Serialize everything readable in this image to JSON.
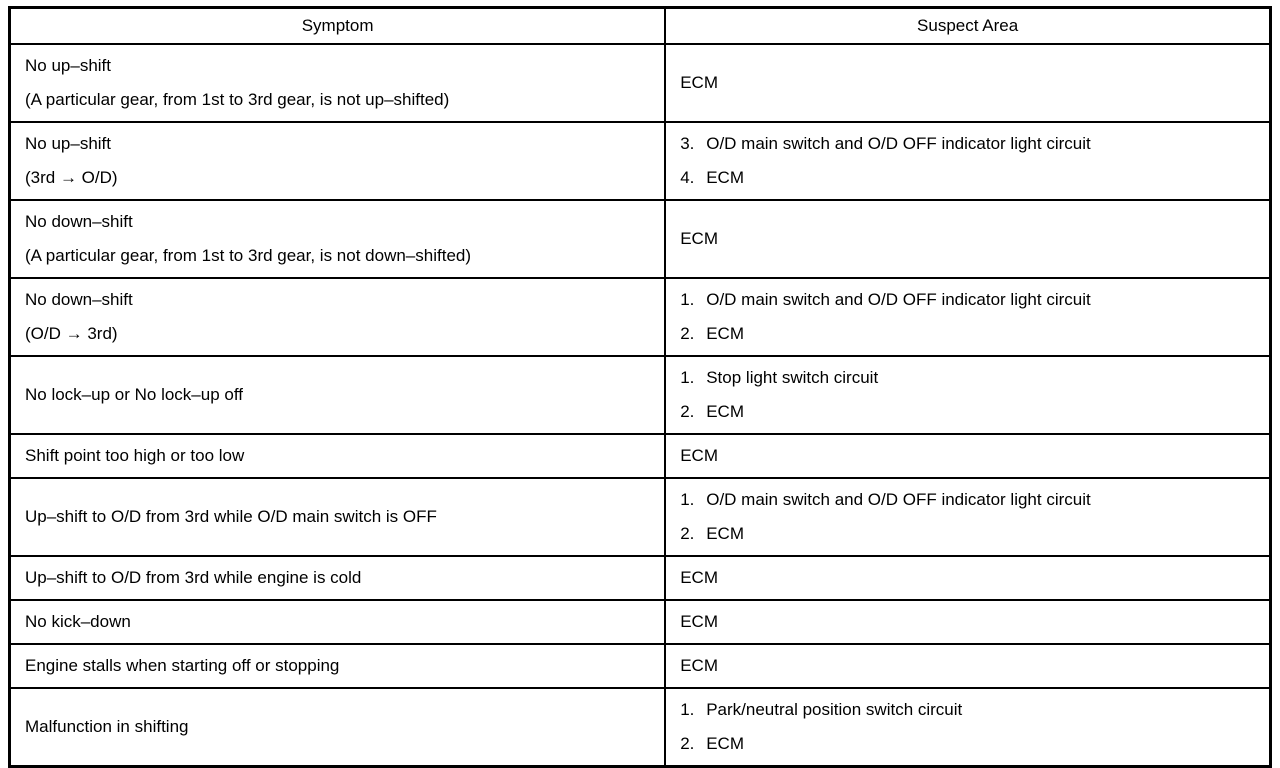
{
  "table": {
    "headers": [
      "Symptom",
      "Suspect Area"
    ],
    "rows": [
      {
        "symptom": [
          "No up–shift",
          "(A particular gear, from 1st to 3rd gear, is not up–shifted)"
        ],
        "suspect": [
          {
            "num": "",
            "text": "ECM"
          }
        ]
      },
      {
        "symptom": [
          "No up–shift",
          "(3rd → O/D)"
        ],
        "suspect": [
          {
            "num": "3.",
            "text": "O/D main switch and O/D OFF indicator light circuit"
          },
          {
            "num": "4.",
            "text": "ECM"
          }
        ]
      },
      {
        "symptom": [
          "No down–shift",
          "(A particular gear, from 1st to 3rd gear, is not down–shifted)"
        ],
        "suspect": [
          {
            "num": "",
            "text": "ECM"
          }
        ]
      },
      {
        "symptom": [
          "No down–shift",
          "(O/D → 3rd)"
        ],
        "suspect": [
          {
            "num": "1.",
            "text": "O/D main switch and O/D OFF indicator light circuit"
          },
          {
            "num": "2.",
            "text": "ECM"
          }
        ]
      },
      {
        "symptom": [
          "No lock–up or No lock–up off"
        ],
        "suspect": [
          {
            "num": "1.",
            "text": "Stop light switch circuit"
          },
          {
            "num": "2.",
            "text": "ECM"
          }
        ]
      },
      {
        "symptom": [
          "Shift point too high or too low"
        ],
        "suspect": [
          {
            "num": "",
            "text": "ECM"
          }
        ]
      },
      {
        "symptom": [
          "Up–shift to O/D from 3rd while O/D main switch is OFF"
        ],
        "suspect": [
          {
            "num": "1.",
            "text": "O/D main switch and O/D OFF indicator light circuit"
          },
          {
            "num": "2.",
            "text": "ECM"
          }
        ]
      },
      {
        "symptom": [
          "Up–shift to O/D from 3rd while engine is cold"
        ],
        "suspect": [
          {
            "num": "",
            "text": "ECM"
          }
        ]
      },
      {
        "symptom": [
          "No kick–down"
        ],
        "suspect": [
          {
            "num": "",
            "text": "ECM"
          }
        ]
      },
      {
        "symptom": [
          "Engine stalls when starting off or stopping"
        ],
        "suspect": [
          {
            "num": "",
            "text": "ECM"
          }
        ]
      },
      {
        "symptom": [
          "Malfunction in shifting"
        ],
        "suspect": [
          {
            "num": "1.",
            "text": "Park/neutral position switch circuit"
          },
          {
            "num": "2.",
            "text": "ECM"
          }
        ]
      }
    ]
  }
}
